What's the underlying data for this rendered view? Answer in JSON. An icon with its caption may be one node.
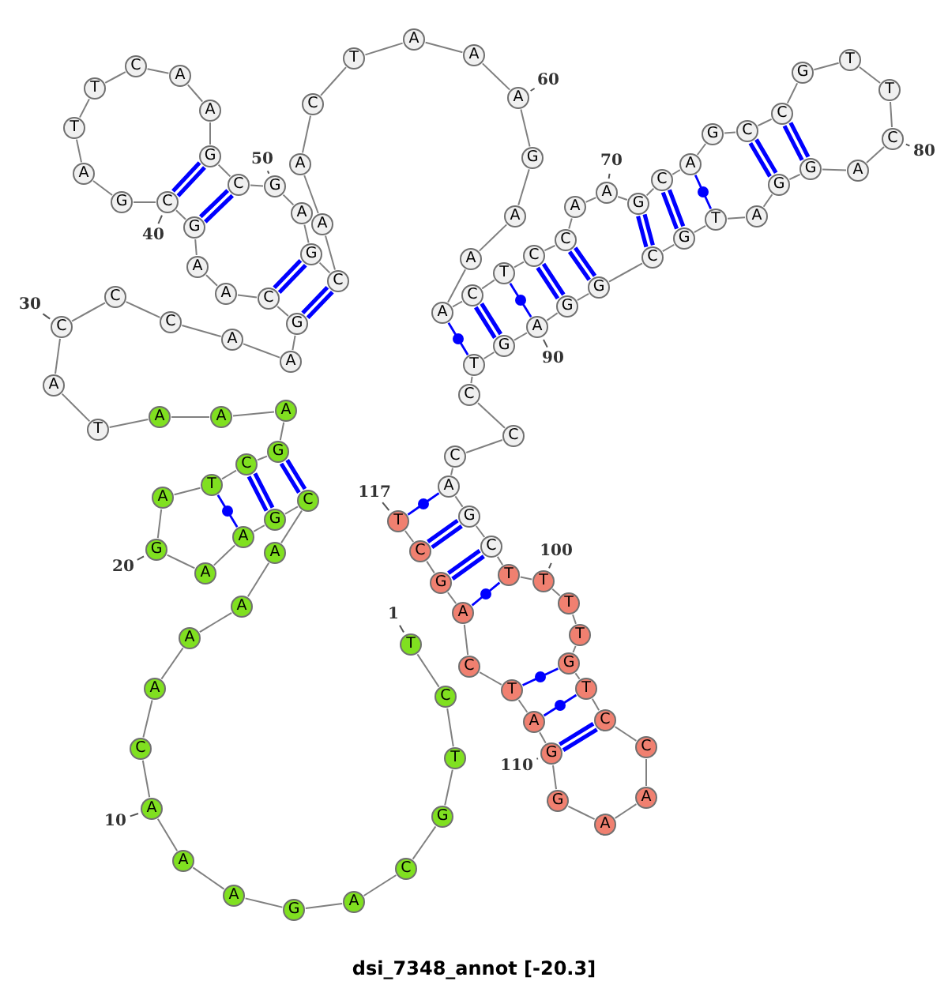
{
  "diagram": {
    "caption": "dsi_7348_annot [-20.3]",
    "nodes": [
      {
        "text": [
          "T"
        ],
        "beside": [
          "1"
        ]
      },
      {
        "text": [
          "C"
        ]
      },
      {
        "text": [
          "T"
        ]
      },
      {
        "text": [
          "G"
        ]
      },
      {
        "text": [
          "C"
        ]
      },
      {
        "text": [
          "A"
        ]
      },
      {
        "text": [
          "G"
        ]
      },
      {
        "text": [
          "A"
        ]
      },
      {
        "text": [
          "A"
        ]
      },
      {
        "text": [
          "A"
        ],
        "beside": [
          "10"
        ]
      },
      {
        "text": [
          "C"
        ]
      },
      {
        "text": [
          "A"
        ]
      },
      {
        "text": [
          "A"
        ]
      },
      {
        "text": [
          "A"
        ]
      },
      {
        "text": [
          "A"
        ]
      },
      {
        "text": [
          "C"
        ]
      },
      {
        "text": [
          "G"
        ]
      },
      {
        "text": [
          "A"
        ]
      },
      {
        "text": [
          "A"
        ]
      },
      {
        "text": [
          "G"
        ],
        "beside": [
          "20"
        ]
      },
      {
        "text": [
          "A"
        ]
      },
      {
        "text": [
          "T"
        ]
      },
      {
        "text": [
          "C"
        ]
      },
      {
        "text": [
          "G"
        ]
      },
      {
        "text": [
          "A"
        ]
      },
      {
        "text": [
          "A"
        ]
      },
      {
        "text": [
          "A"
        ]
      },
      {
        "text": [
          "T"
        ]
      },
      {
        "text": [
          "A"
        ]
      },
      {
        "text": [
          "C"
        ],
        "beside": [
          "30"
        ]
      },
      {
        "text": [
          "C"
        ]
      },
      {
        "text": [
          "C"
        ]
      },
      {
        "text": [
          "A"
        ]
      },
      {
        "text": [
          "A"
        ]
      },
      {
        "text": [
          "G"
        ]
      },
      {
        "text": [
          "C"
        ]
      },
      {
        "text": [
          "A"
        ]
      },
      {
        "text": [
          "A"
        ]
      },
      {
        "text": [
          "G"
        ]
      },
      {
        "text": [
          "C"
        ],
        "beside": [
          "40"
        ]
      },
      {
        "text": [
          "G"
        ]
      },
      {
        "text": [
          "A"
        ]
      },
      {
        "text": [
          "T"
        ]
      },
      {
        "text": [
          "T"
        ]
      },
      {
        "text": [
          "C"
        ]
      },
      {
        "text": [
          "A"
        ]
      },
      {
        "text": [
          "A"
        ]
      },
      {
        "text": [
          "G"
        ]
      },
      {
        "text": [
          "C"
        ]
      },
      {
        "text": [
          "G"
        ],
        "beside": [
          "50"
        ]
      },
      {
        "text": [
          "A"
        ]
      },
      {
        "text": [
          "G"
        ]
      },
      {
        "text": [
          "C"
        ]
      },
      {
        "text": [
          "A"
        ]
      },
      {
        "text": [
          "A"
        ]
      },
      {
        "text": [
          "C"
        ]
      },
      {
        "text": [
          "T"
        ]
      },
      {
        "text": [
          "A"
        ]
      },
      {
        "text": [
          "A"
        ]
      },
      {
        "text": [
          "A"
        ],
        "beside": [
          "60"
        ]
      },
      {
        "text": [
          "G"
        ]
      },
      {
        "text": [
          "A"
        ]
      },
      {
        "text": [
          "A"
        ]
      },
      {
        "text": [
          "A"
        ]
      },
      {
        "text": [
          "C"
        ]
      },
      {
        "text": [
          "T"
        ]
      },
      {
        "text": [
          "C"
        ]
      },
      {
        "text": [
          "C"
        ]
      },
      {
        "text": [
          "A"
        ]
      },
      {
        "text": [
          "A"
        ],
        "beside": [
          "70"
        ]
      },
      {
        "text": [
          "G"
        ]
      },
      {
        "text": [
          "C"
        ]
      },
      {
        "text": [
          "A"
        ]
      },
      {
        "text": [
          "G"
        ]
      },
      {
        "text": [
          "C"
        ]
      },
      {
        "text": [
          "C"
        ]
      },
      {
        "text": [
          "G"
        ]
      },
      {
        "text": [
          "T"
        ]
      },
      {
        "text": [
          "T"
        ]
      },
      {
        "text": [
          "C"
        ],
        "beside": [
          "80"
        ]
      },
      {
        "text": [
          "A"
        ]
      },
      {
        "text": [
          "G"
        ]
      },
      {
        "text": [
          "G"
        ]
      },
      {
        "text": [
          "A"
        ]
      },
      {
        "text": [
          "T"
        ]
      },
      {
        "text": [
          "G"
        ]
      },
      {
        "text": [
          "C"
        ]
      },
      {
        "text": [
          "G"
        ]
      },
      {
        "text": [
          "G"
        ]
      },
      {
        "text": [
          "A"
        ],
        "beside": [
          "90"
        ]
      },
      {
        "text": [
          "G"
        ]
      },
      {
        "text": [
          "T"
        ]
      },
      {
        "text": [
          "C"
        ]
      },
      {
        "text": [
          "C"
        ]
      },
      {
        "text": [
          "C"
        ]
      },
      {
        "text": [
          "A"
        ]
      },
      {
        "text": [
          "G"
        ]
      },
      {
        "text": [
          "C"
        ]
      },
      {
        "text": [
          "T"
        ]
      },
      {
        "text": [
          "T"
        ],
        "beside": [
          "100"
        ]
      },
      {
        "text": [
          "T"
        ]
      },
      {
        "text": [
          "T"
        ]
      },
      {
        "text": [
          "G"
        ]
      },
      {
        "text": [
          "T"
        ]
      },
      {
        "text": [
          "C"
        ]
      },
      {
        "text": [
          "C"
        ]
      },
      {
        "text": [
          "A"
        ]
      },
      {
        "text": [
          "A"
        ]
      },
      {
        "text": [
          "G"
        ]
      },
      {
        "text": [
          "G"
        ],
        "beside": [
          "110"
        ]
      },
      {
        "text": [
          "A"
        ]
      },
      {
        "text": [
          "T"
        ]
      },
      {
        "text": [
          "C"
        ]
      },
      {
        "text": [
          "A"
        ]
      },
      {
        "text": [
          "G"
        ]
      },
      {
        "text": [
          "C"
        ]
      },
      {
        "text": [
          "T"
        ],
        "beside": [
          "117"
        ]
      }
    ],
    "edges": [
      {
        "from": 0,
        "to": 1,
        "arrow": "none"
      },
      {
        "from": 1,
        "to": 2,
        "arrow": "none"
      },
      {
        "from": 2,
        "to": 3,
        "arrow": "none"
      },
      {
        "from": 3,
        "to": 4,
        "arrow": "none"
      },
      {
        "from": 4,
        "to": 5,
        "arrow": "none"
      },
      {
        "from": 5,
        "to": 6,
        "arrow": "none"
      },
      {
        "from": 6,
        "to": 7,
        "arrow": "none"
      },
      {
        "from": 7,
        "to": 8,
        "arrow": "none"
      },
      {
        "from": 8,
        "to": 9,
        "arrow": "none"
      },
      {
        "from": 9,
        "to": 10,
        "arrow": "none"
      },
      {
        "from": 10,
        "to": 11,
        "arrow": "none"
      },
      {
        "from": 11,
        "to": 12,
        "arrow": "none"
      },
      {
        "from": 12,
        "to": 13,
        "arrow": "none"
      },
      {
        "from": 13,
        "to": 14,
        "arrow": "none"
      },
      {
        "from": 14,
        "to": 15,
        "arrow": "none"
      },
      {
        "from": 15,
        "to": 16,
        "arrow": "none"
      },
      {
        "from": 16,
        "to": 17,
        "arrow": "none"
      },
      {
        "from": 17,
        "to": 18,
        "arrow": "none"
      },
      {
        "from": 18,
        "to": 19,
        "arrow": "none"
      },
      {
        "from": 19,
        "to": 20,
        "arrow": "none"
      },
      {
        "from": 20,
        "to": 21,
        "arrow": "none"
      },
      {
        "from": 21,
        "to": 22,
        "arrow": "none"
      },
      {
        "from": 22,
        "to": 23,
        "arrow": "none"
      },
      {
        "from": 23,
        "to": 24,
        "arrow": "none"
      },
      {
        "from": 24,
        "to": 25,
        "arrow": "none"
      },
      {
        "from": 25,
        "to": 26,
        "arrow": "none"
      },
      {
        "from": 26,
        "to": 27,
        "arrow": "none"
      },
      {
        "from": 27,
        "to": 28,
        "arrow": "none"
      },
      {
        "from": 28,
        "to": 29,
        "arrow": "none"
      },
      {
        "from": 29,
        "to": 30,
        "arrow": "none"
      },
      {
        "from": 30,
        "to": 31,
        "arrow": "none"
      },
      {
        "from": 31,
        "to": 32,
        "arrow": "none"
      },
      {
        "from": 32,
        "to": 33,
        "arrow": "none"
      },
      {
        "from": 33,
        "to": 34,
        "arrow": "none"
      },
      {
        "from": 34,
        "to": 35,
        "arrow": "none"
      },
      {
        "from": 35,
        "to": 36,
        "arrow": "none"
      },
      {
        "from": 36,
        "to": 37,
        "arrow": "none"
      },
      {
        "from": 37,
        "to": 38,
        "arrow": "none"
      },
      {
        "from": 38,
        "to": 39,
        "arrow": "none"
      },
      {
        "from": 39,
        "to": 40,
        "arrow": "none"
      },
      {
        "from": 40,
        "to": 41,
        "arrow": "none"
      },
      {
        "from": 41,
        "to": 42,
        "arrow": "none"
      },
      {
        "from": 42,
        "to": 43,
        "arrow": "none"
      },
      {
        "from": 43,
        "to": 44,
        "arrow": "none"
      },
      {
        "from": 44,
        "to": 45,
        "arrow": "none"
      },
      {
        "from": 45,
        "to": 46,
        "arrow": "none"
      },
      {
        "from": 46,
        "to": 47,
        "arrow": "none"
      },
      {
        "from": 47,
        "to": 48,
        "arrow": "none"
      },
      {
        "from": 48,
        "to": 49,
        "arrow": "none"
      },
      {
        "from": 49,
        "to": 50,
        "arrow": "none"
      },
      {
        "from": 50,
        "to": 51,
        "arrow": "none"
      },
      {
        "from": 51,
        "to": 52,
        "arrow": "none"
      },
      {
        "from": 52,
        "to": 53,
        "arrow": "none"
      },
      {
        "from": 53,
        "to": 54,
        "arrow": "none"
      },
      {
        "from": 54,
        "to": 55,
        "arrow": "none"
      },
      {
        "from": 55,
        "to": 56,
        "arrow": "none"
      },
      {
        "from": 56,
        "to": 57,
        "arrow": "none"
      },
      {
        "from": 57,
        "to": 58,
        "arrow": "none"
      },
      {
        "from": 58,
        "to": 59,
        "arrow": "none"
      },
      {
        "from": 59,
        "to": 60,
        "arrow": "none"
      },
      {
        "from": 60,
        "to": 61,
        "arrow": "none"
      },
      {
        "from": 61,
        "to": 62,
        "arrow": "none"
      },
      {
        "from": 62,
        "to": 63,
        "arrow": "none"
      },
      {
        "from": 63,
        "to": 64,
        "arrow": "none"
      },
      {
        "from": 64,
        "to": 65,
        "arrow": "none"
      },
      {
        "from": 65,
        "to": 66,
        "arrow": "none"
      },
      {
        "from": 66,
        "to": 67,
        "arrow": "none"
      },
      {
        "from": 67,
        "to": 68,
        "arrow": "none"
      },
      {
        "from": 68,
        "to": 69,
        "arrow": "none"
      },
      {
        "from": 69,
        "to": 70,
        "arrow": "none"
      },
      {
        "from": 70,
        "to": 71,
        "arrow": "none"
      },
      {
        "from": 71,
        "to": 72,
        "arrow": "none"
      },
      {
        "from": 72,
        "to": 73,
        "arrow": "none"
      },
      {
        "from": 73,
        "to": 74,
        "arrow": "none"
      },
      {
        "from": 74,
        "to": 75,
        "arrow": "none"
      },
      {
        "from": 75,
        "to": 76,
        "arrow": "none"
      },
      {
        "from": 76,
        "to": 77,
        "arrow": "none"
      },
      {
        "from": 77,
        "to": 78,
        "arrow": "none"
      },
      {
        "from": 78,
        "to": 79,
        "arrow": "none"
      },
      {
        "from": 79,
        "to": 80,
        "arrow": "none"
      },
      {
        "from": 80,
        "to": 81,
        "arrow": "none"
      },
      {
        "from": 81,
        "to": 82,
        "arrow": "none"
      },
      {
        "from": 82,
        "to": 83,
        "arrow": "none"
      },
      {
        "from": 83,
        "to": 84,
        "arrow": "none"
      },
      {
        "from": 84,
        "to": 85,
        "arrow": "none"
      },
      {
        "from": 85,
        "to": 86,
        "arrow": "none"
      },
      {
        "from": 86,
        "to": 87,
        "arrow": "none"
      },
      {
        "from": 87,
        "to": 88,
        "arrow": "none"
      },
      {
        "from": 88,
        "to": 89,
        "arrow": "none"
      },
      {
        "from": 89,
        "to": 90,
        "arrow": "none"
      },
      {
        "from": 90,
        "to": 91,
        "arrow": "none"
      },
      {
        "from": 91,
        "to": 92,
        "arrow": "none"
      },
      {
        "from": 92,
        "to": 93,
        "arrow": "none"
      },
      {
        "from": 93,
        "to": 94,
        "arrow": "none"
      },
      {
        "from": 94,
        "to": 95,
        "arrow": "none"
      },
      {
        "from": 95,
        "to": 96,
        "arrow": "none"
      },
      {
        "from": 96,
        "to": 97,
        "arrow": "none"
      },
      {
        "from": 97,
        "to": 98,
        "arrow": "none"
      },
      {
        "from": 98,
        "to": 99,
        "arrow": "none"
      },
      {
        "from": 99,
        "to": 100,
        "arrow": "none"
      },
      {
        "from": 100,
        "to": 101,
        "arrow": "none"
      },
      {
        "from": 101,
        "to": 102,
        "arrow": "none"
      },
      {
        "from": 102,
        "to": 103,
        "arrow": "none"
      },
      {
        "from": 103,
        "to": 104,
        "arrow": "none"
      },
      {
        "from": 104,
        "to": 105,
        "arrow": "none"
      },
      {
        "from": 105,
        "to": 106,
        "arrow": "none"
      },
      {
        "from": 106,
        "to": 107,
        "arrow": "none"
      },
      {
        "from": 107,
        "to": 108,
        "arrow": "none"
      },
      {
        "from": 108,
        "to": 109,
        "arrow": "none"
      },
      {
        "from": 109,
        "to": 110,
        "arrow": "none"
      },
      {
        "from": 110,
        "to": 111,
        "arrow": "none"
      },
      {
        "from": 111,
        "to": 112,
        "arrow": "none"
      },
      {
        "from": 112,
        "to": 113,
        "arrow": "none"
      },
      {
        "from": 113,
        "to": 114,
        "arrow": "none"
      },
      {
        "from": 114,
        "to": 115,
        "arrow": "none"
      },
      {
        "from": 115,
        "to": 116,
        "arrow": "none"
      },
      {
        "from": 15,
        "to": 23,
        "arrow": "none",
        "style": "thick",
        "color": "#0000ff"
      },
      {
        "from": 16,
        "to": 22,
        "arrow": "none",
        "style": "thick",
        "color": "#0000ff"
      },
      {
        "from": 17,
        "to": 21,
        "arrow": "none",
        "color": "#0000ff"
      },
      {
        "from": 34,
        "to": 52,
        "arrow": "none",
        "style": "thick",
        "color": "#0000ff"
      },
      {
        "from": 35,
        "to": 51,
        "arrow": "none",
        "style": "thick",
        "color": "#0000ff"
      },
      {
        "from": 38,
        "to": 48,
        "arrow": "none",
        "style": "thick",
        "color": "#0000ff"
      },
      {
        "from": 39,
        "to": 47,
        "arrow": "none",
        "style": "thick",
        "color": "#0000ff"
      },
      {
        "from": 63,
        "to": 91,
        "arrow": "none",
        "color": "#0000ff"
      },
      {
        "from": 64,
        "to": 90,
        "arrow": "none",
        "style": "thick",
        "color": "#0000ff"
      },
      {
        "from": 65,
        "to": 89,
        "arrow": "none",
        "color": "#0000ff"
      },
      {
        "from": 66,
        "to": 88,
        "arrow": "none",
        "style": "thick",
        "color": "#0000ff"
      },
      {
        "from": 67,
        "to": 87,
        "arrow": "none",
        "style": "thick",
        "color": "#0000ff"
      },
      {
        "from": 70,
        "to": 86,
        "arrow": "none",
        "style": "thick",
        "color": "#0000ff"
      },
      {
        "from": 71,
        "to": 85,
        "arrow": "none",
        "style": "thick",
        "color": "#0000ff"
      },
      {
        "from": 72,
        "to": 84,
        "arrow": "none",
        "color": "#0000ff"
      },
      {
        "from": 74,
        "to": 82,
        "arrow": "none",
        "style": "thick",
        "color": "#0000ff"
      },
      {
        "from": 75,
        "to": 81,
        "arrow": "none",
        "style": "thick",
        "color": "#0000ff"
      },
      {
        "from": 95,
        "to": 116,
        "arrow": "none",
        "color": "#0000ff"
      },
      {
        "from": 96,
        "to": 115,
        "arrow": "none",
        "style": "thick",
        "color": "#0000ff"
      },
      {
        "from": 97,
        "to": 114,
        "arrow": "none",
        "style": "thick",
        "color": "#0000ff"
      },
      {
        "from": 98,
        "to": 113,
        "arrow": "none",
        "color": "#0000ff"
      },
      {
        "from": 102,
        "to": 111,
        "arrow": "none",
        "color": "#0000ff"
      },
      {
        "from": 103,
        "to": 110,
        "arrow": "none",
        "color": "#0000ff"
      },
      {
        "from": 104,
        "to": 109,
        "arrow": "none",
        "style": "thick",
        "color": "#0000ff"
      }
    ]
  }
}
